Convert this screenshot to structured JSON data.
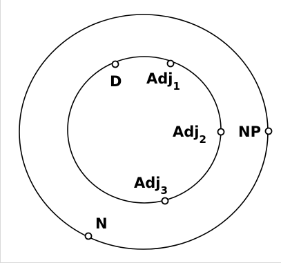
{
  "diagram": {
    "outer_ellipse": {
      "label": "NP",
      "stroke": "#000000"
    },
    "inner_ellipse": {
      "stroke": "#000000"
    },
    "nodes": [
      {
        "id": "d",
        "label": "D",
        "subscript": ""
      },
      {
        "id": "adj1",
        "label": "Adj",
        "subscript": "1"
      },
      {
        "id": "adj2",
        "label": "Adj",
        "subscript": "2"
      },
      {
        "id": "adj3",
        "label": "Adj",
        "subscript": "3"
      },
      {
        "id": "np",
        "label": "NP",
        "subscript": ""
      },
      {
        "id": "n",
        "label": "N",
        "subscript": ""
      }
    ]
  }
}
